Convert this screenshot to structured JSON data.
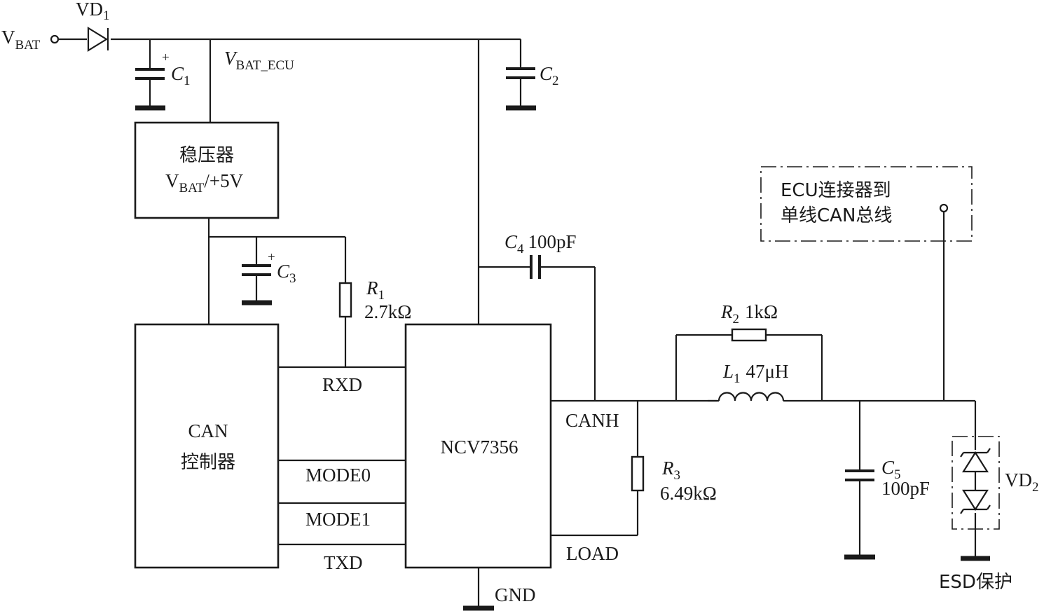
{
  "labels": {
    "vbat": "V",
    "vbat_sub": "BAT",
    "vd1": "VD",
    "vd1_sub": "1",
    "c1": "C",
    "c1_sub": "1",
    "c1_plus": "+",
    "vbat_ecu": "V",
    "vbat_ecu_sub": "BAT_ECU",
    "c2": "C",
    "c2_sub": "2",
    "c3": "C",
    "c3_sub": "3",
    "c3_plus": "+",
    "r1": "R",
    "r1_sub": "1",
    "r1_value": "2.7kΩ",
    "c4": "C",
    "c4_sub": "4",
    "c4_value": "100pF",
    "r2": "R",
    "r2_sub": "2",
    "r2_value": "1kΩ",
    "l1": "L",
    "l1_sub": "1",
    "l1_value": "47μH",
    "r3": "R",
    "r3_sub": "3",
    "r3_value": "6.49kΩ",
    "c5": "C",
    "c5_sub": "5",
    "c5_value": "100pF",
    "vd2": "VD",
    "vd2_sub": "2",
    "esd": "ESD保护",
    "gnd": "GND",
    "canh": "CANH",
    "load": "LOAD",
    "rxd": "RXD",
    "mode0": "MODE0",
    "mode1": "MODE1",
    "txd": "TXD"
  },
  "blocks": {
    "regulator_title": "稳压器",
    "regulator_v": "V",
    "regulator_v_sub": "BAT",
    "regulator_rest": "/+5V",
    "can_line1": "CAN",
    "can_line2": "控制器",
    "transceiver": "NCV7356",
    "connector_line1": "ECU连接器到",
    "connector_line2": "单线CAN总线"
  }
}
